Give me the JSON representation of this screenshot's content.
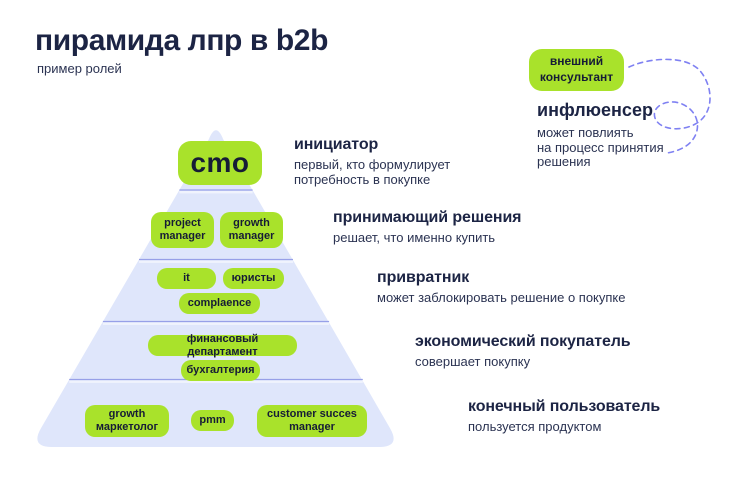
{
  "page": {
    "title": "пирамида лпр в b2b",
    "subtitle": "пример ролей"
  },
  "consultant_badge": {
    "label": "внешний\nконсультант"
  },
  "influencer": {
    "title": "инфлюенсер",
    "description": "может повлиять\nна процесс принятия\nрешения"
  },
  "roles": [
    {
      "title": "инициатор",
      "description": "первый, кто формулирует\nпотребность в покупке"
    },
    {
      "title": "принимающий решения",
      "description": "решает, что именно купить"
    },
    {
      "title": "привратник",
      "description": "может заблокировать решение о покупке"
    },
    {
      "title": "экономический покупатель",
      "description": "совершает покупку"
    },
    {
      "title": "конечный пользователь",
      "description": "пользуется продуктом"
    }
  ],
  "pyramid": {
    "tiers": [
      {
        "chips": [
          "cmo"
        ]
      },
      {
        "chips": [
          "project\nmanager",
          "growth\nmanager"
        ]
      },
      {
        "chips": [
          "it",
          "юристы",
          "complaence"
        ]
      },
      {
        "chips": [
          "финансовый департамент",
          "бухгалтерия"
        ]
      },
      {
        "chips": [
          "growth\nмаркетолог",
          "pmm",
          "customer succes\nmanager"
        ]
      }
    ]
  },
  "colors": {
    "accent_green": "#a9e22b",
    "pyramid_fill": "#dfe6fb",
    "divider_line": "#97a0e8",
    "swirl_purple": "#7f81f2",
    "text_dark": "#1c2444"
  }
}
